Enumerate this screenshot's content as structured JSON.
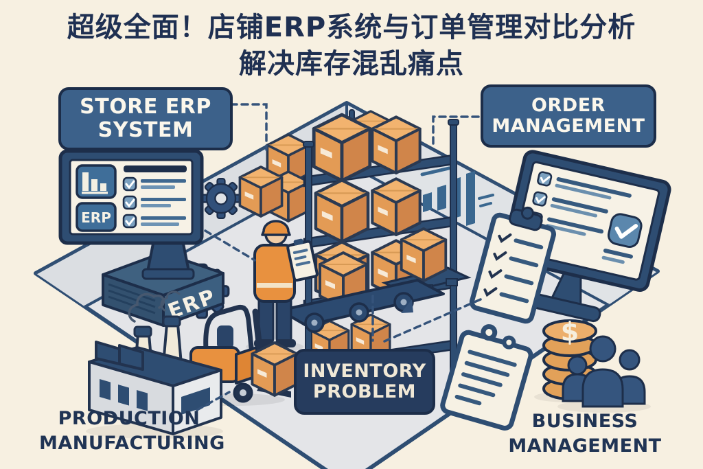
{
  "title": {
    "line1": "超级全面！店铺ERP系统与订单管理对比分析",
    "line2": "解决库存混乱痛点"
  },
  "labels": {
    "store_erp_system": {
      "line1": "STORE ERP",
      "line2": "SYSTEM"
    },
    "order_management": {
      "line1": "ORDER",
      "line2": "MANAGEMENT"
    },
    "inventory_problem": {
      "line1": "INVENTORY",
      "line2": "PROBLEM"
    },
    "production_manufacturing": {
      "line1": "PRODUCTION",
      "line2": "MANUFACTURING"
    },
    "business_management": {
      "line1": "BUSINESS",
      "line2": "MANAGEMENT"
    }
  },
  "scene": {
    "erp_screen_tile": "ERP",
    "erp_pedestal": "ERP",
    "coin_symbol": "$"
  },
  "colors": {
    "background": "#f7f0e1",
    "navy": "#22334f",
    "panel_blue": "#3c618a",
    "panel_dark": "#263c5e",
    "box_orange": "#e8a35c",
    "floor": "#e4e5e8",
    "wall": "#dbdee2",
    "accent_blue": "#3a678f",
    "vest_orange": "#e8913f"
  }
}
